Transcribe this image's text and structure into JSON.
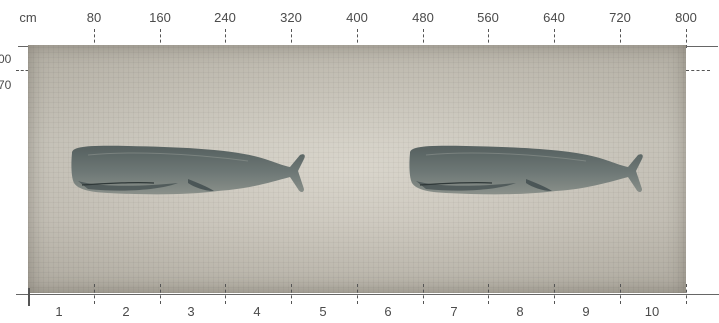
{
  "ruler": {
    "unit": "cm",
    "marks": [
      "80",
      "160",
      "240",
      "320",
      "400",
      "480",
      "560",
      "640",
      "720",
      "800"
    ]
  },
  "side_labels": [
    "00",
    "70"
  ],
  "panels": [
    "1",
    "2",
    "3",
    "4",
    "5",
    "6",
    "7",
    "8",
    "9",
    "10"
  ],
  "artwork": {
    "subject": "sperm whale",
    "colors": {
      "background": "#d0cbc0",
      "whale_body": "#5f6b6a",
      "whale_shadow": "#3f4a4b"
    }
  }
}
